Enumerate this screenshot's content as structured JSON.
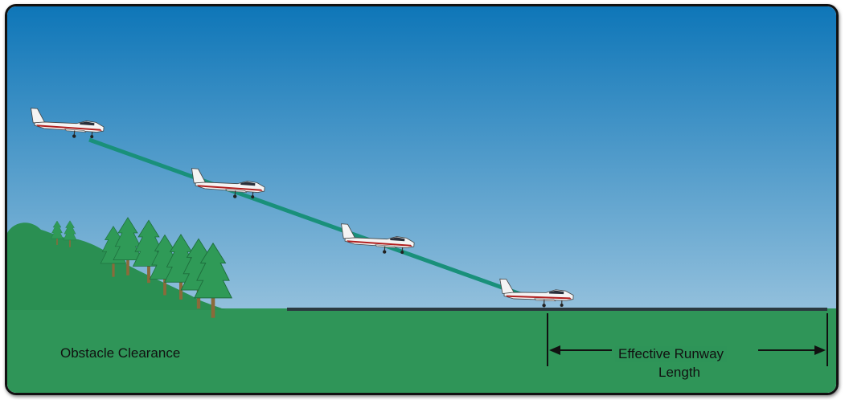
{
  "colors": {
    "sky_top": "#0e76b8",
    "sky_bottom": "#b7d4e6",
    "ground": "#2f9558",
    "hill": "#2a8f52",
    "glide_path": "#19907a",
    "runway": "#2b3a40",
    "tree_dark": "#1f7e47",
    "tree_light": "#3aa85f"
  },
  "icons": {
    "airplane": "airplane-icon",
    "tree": "tree-icon",
    "arrow_left": "arrow-left-icon",
    "arrow_right": "arrow-right-icon"
  },
  "labels": {
    "obstacle": "Obstacle Clearance",
    "effective_line1": "Effective Runway",
    "effective_line2": "Length"
  }
}
